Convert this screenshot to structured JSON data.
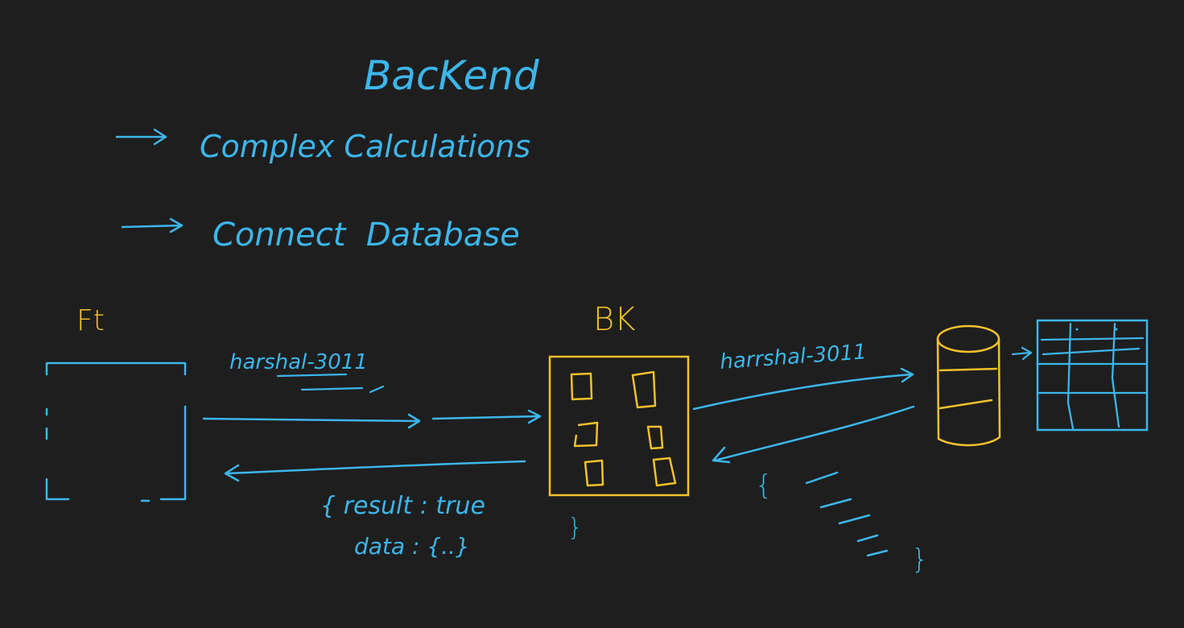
{
  "colors": {
    "background": "#1e1e1e",
    "blue": "#3cb6ea",
    "yellow": "#f3c12c"
  },
  "header": {
    "title": "BacKend",
    "bullets": [
      {
        "text": "Complex Calculations"
      },
      {
        "text": "Connect  Database"
      }
    ]
  },
  "diagram": {
    "frontend_label": "Ft",
    "backend_label": "BK",
    "request_label_left": "harshal-3011",
    "request_label_right": "harrshal-3011",
    "response_line1": "{ result : true",
    "response_close": "}",
    "response_line2": "data : {..}",
    "db_response_open": "{",
    "db_response_close": "}"
  }
}
